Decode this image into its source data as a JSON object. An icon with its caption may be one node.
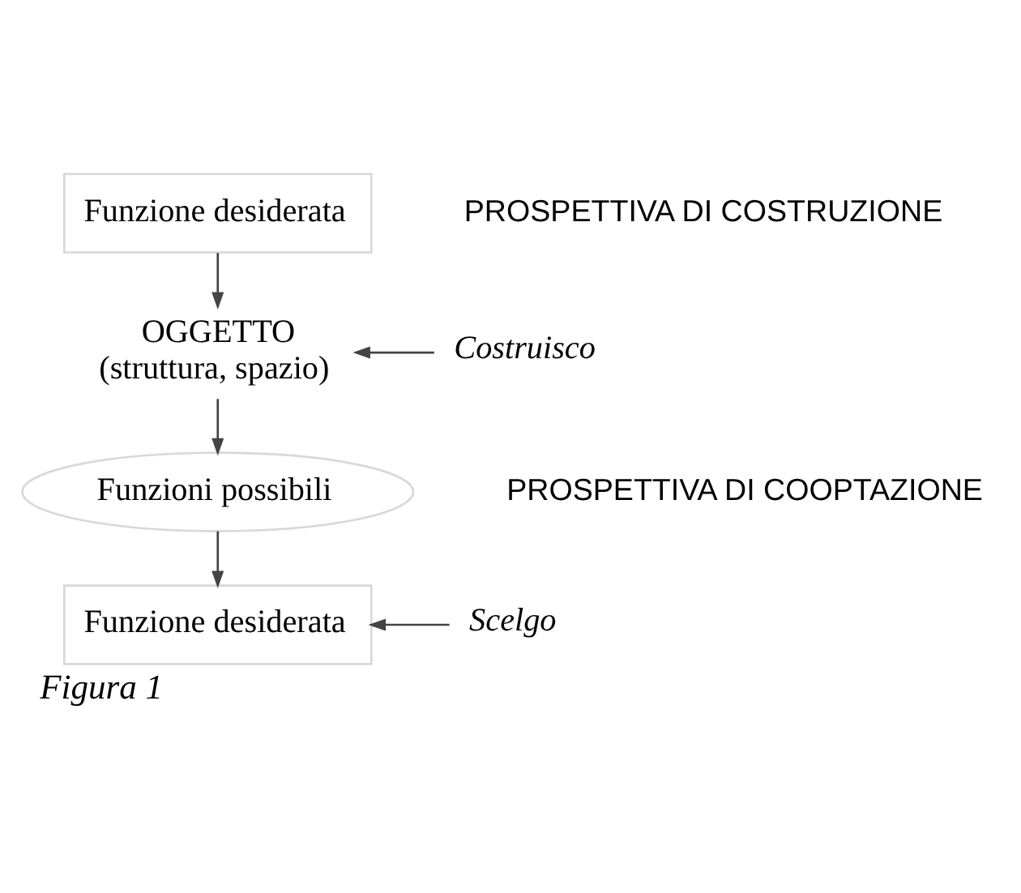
{
  "diagram": {
    "caption": "Figura 1",
    "nodes": [
      {
        "text": [
          "Funzione desiderata"
        ]
      },
      {
        "text": [
          "OGGETTO",
          "(struttura, spazio)"
        ]
      },
      {
        "text": [
          "Funzioni possibili"
        ]
      },
      {
        "text": [
          "Funzione desiderata"
        ]
      },
      {
        "text": [
          "Costruisco"
        ]
      },
      {
        "text": [
          "Scelgo"
        ]
      }
    ],
    "edges": [
      {
        "from": 0,
        "to": 1,
        "arrow": "to"
      },
      {
        "from": 4,
        "to": 1,
        "arrow": "to"
      },
      {
        "from": 1,
        "to": 2,
        "arrow": "to"
      },
      {
        "from": 2,
        "to": 3,
        "arrow": "to"
      },
      {
        "from": 5,
        "to": 3,
        "arrow": "to"
      }
    ],
    "labels": [
      "PROSPETTIVA DI COSTRUZIONE",
      "PROSPETTIVA DI COOPTAZIONE"
    ]
  }
}
